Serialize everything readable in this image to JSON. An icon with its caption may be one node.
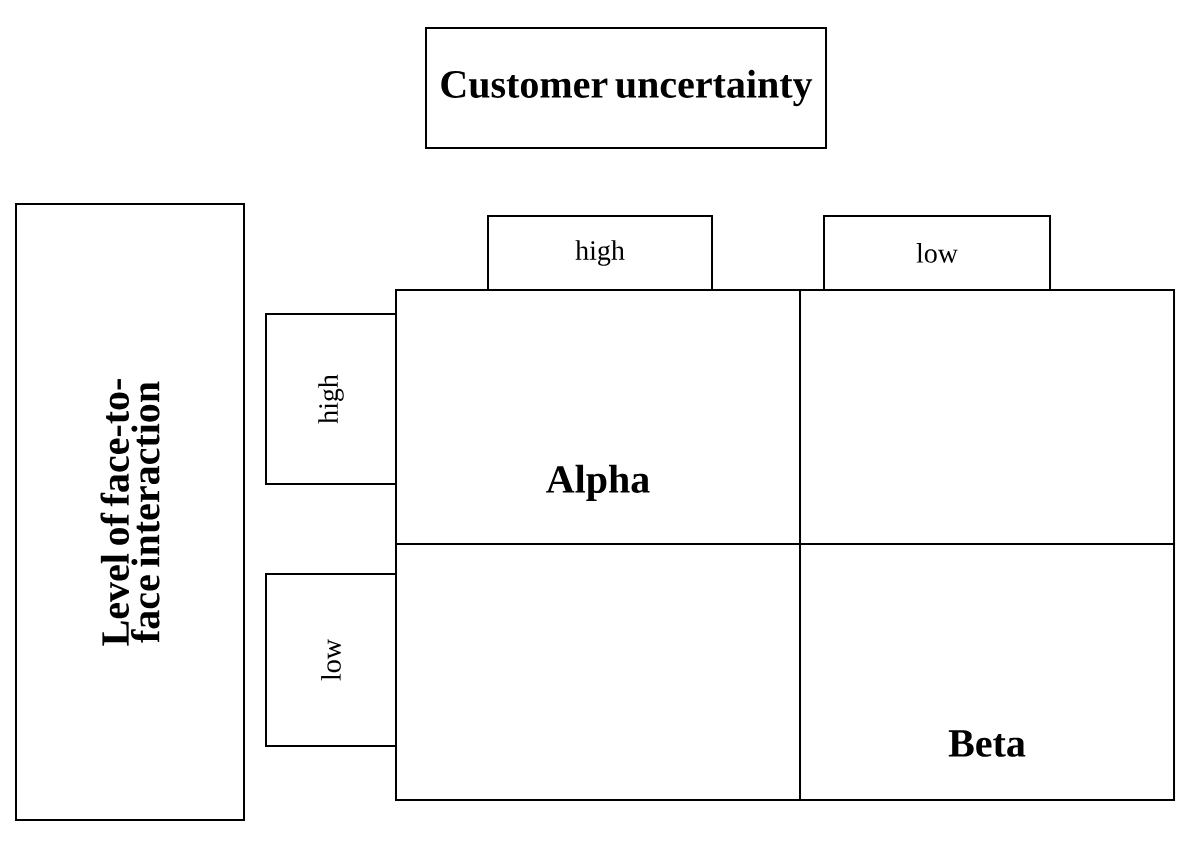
{
  "diagram": {
    "nodes": [
      {
        "text": [
          "Customer uncertainty"
        ]
      },
      {
        "text": [
          "Level of face-to-face interaction"
        ]
      },
      {
        "text": [
          "high"
        ]
      },
      {
        "text": [
          "low"
        ]
      },
      {
        "text": [
          "high"
        ]
      },
      {
        "text": [
          "low"
        ]
      },
      {
        "text": [
          "Alpha"
        ]
      },
      {
        "text": [],
        "shape": "box"
      },
      {
        "text": [],
        "shape": "box"
      },
      {
        "text": [
          "Beta"
        ]
      }
    ],
    "edges": []
  }
}
